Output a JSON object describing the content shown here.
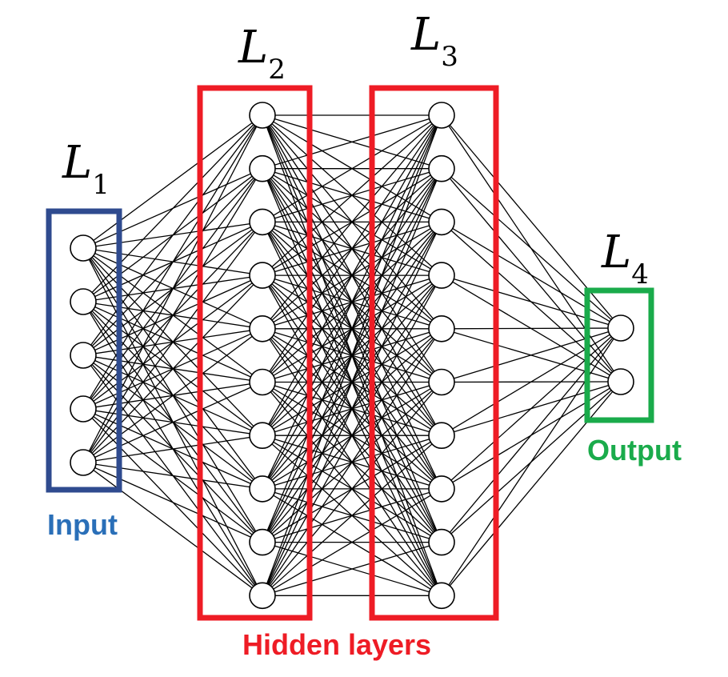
{
  "layers": [
    {
      "symbol": "L",
      "subscript": "1",
      "neurons": 5
    },
    {
      "symbol": "L",
      "subscript": "2",
      "neurons": 10
    },
    {
      "symbol": "L",
      "subscript": "3",
      "neurons": 10
    },
    {
      "symbol": "L",
      "subscript": "4",
      "neurons": 2
    }
  ],
  "groups": {
    "input": {
      "label": "Input",
      "color": "#2f4b8f",
      "text_color": "#2a6fb8"
    },
    "hidden": {
      "label": "Hidden layers",
      "color": "#ee1c25",
      "text_color": "#ee1c25"
    },
    "output": {
      "label": "Output",
      "color": "#1aab4b",
      "text_color": "#1aab4b"
    }
  },
  "connectivity": "fully-connected"
}
